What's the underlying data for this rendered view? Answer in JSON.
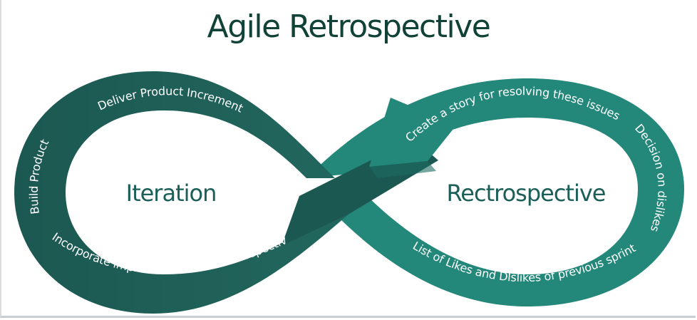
{
  "title": "Agile Retrospective",
  "colors": {
    "title": "#104238",
    "iteration_loop": "#1d5c55",
    "iteration_loop_light": "#21665e",
    "retrospective_loop": "#23877a",
    "crossover_dark": "#1b5851",
    "loop_label": "#1a5f58",
    "step_text": "#ffffff",
    "background": "#ffffff"
  },
  "loops": {
    "iteration": {
      "label": "Iteration",
      "steps": [
        "Build Product",
        "Deliver Product Increment",
        "Incorporate improvements from retrospective"
      ]
    },
    "retrospective": {
      "label": "Rectrospective",
      "steps": [
        "Create a story for resolving these issues",
        "Decision on dislikes",
        "List of Likes and DIslikes of previous sprint"
      ]
    }
  },
  "icons": {
    "direction_arrow": "arrowhead-left-down-icon"
  }
}
